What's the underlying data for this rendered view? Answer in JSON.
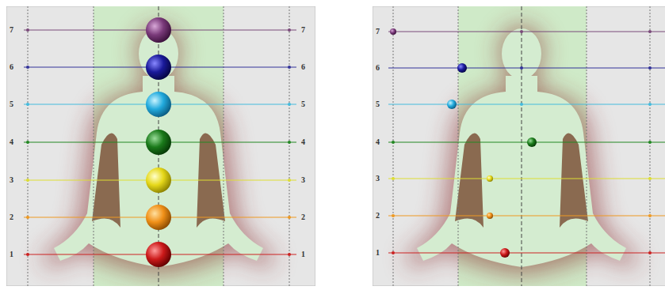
{
  "diagram": {
    "labels": [
      "7",
      "7",
      "7",
      "6",
      "6",
      "6",
      "5",
      "5",
      "5",
      "4",
      "4",
      "4",
      "3",
      "3",
      "3",
      "2",
      "2",
      "2",
      "1",
      "1",
      "1"
    ]
  }
}
